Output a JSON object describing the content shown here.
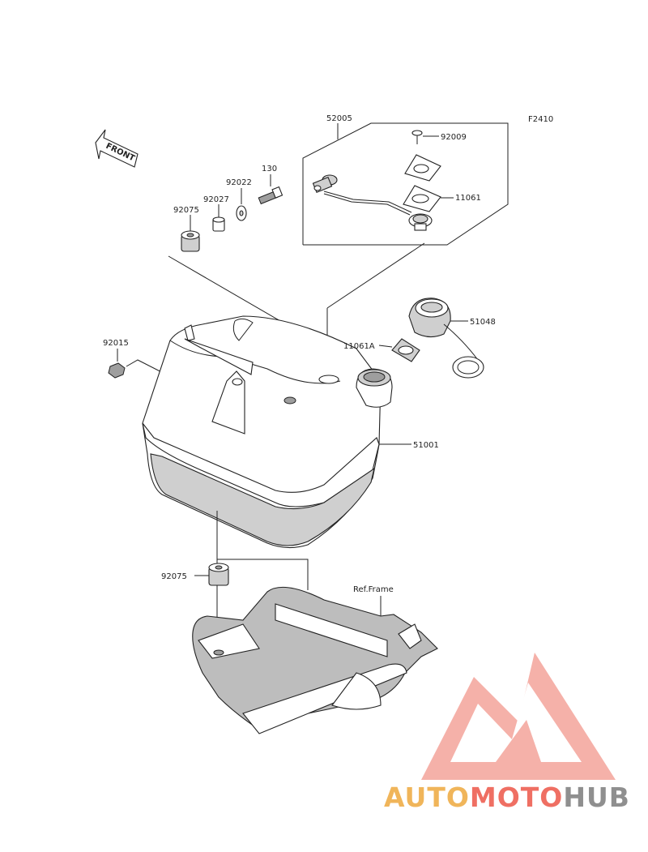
{
  "figure_code": "F2410",
  "front_label": "FRONT",
  "ref_frame": "Ref.Frame",
  "callouts": {
    "c52005": "52005",
    "c92009": "92009",
    "c11061": "11061",
    "c130": "130",
    "c92022": "92022",
    "c92027": "92027",
    "c92075_top": "92075",
    "c92015": "92015",
    "c11061A": "11061A",
    "c51048": "51048",
    "c51001": "51001",
    "c92075_bottom": "92075"
  },
  "watermark": {
    "part1": "AUTO",
    "part2": "MOTO",
    "part3": "HUB",
    "color_orange": "#f0b55a",
    "color_red": "#ef6f63",
    "color_gray": "#8f8f8f",
    "logo_color": "#f4a49b"
  }
}
